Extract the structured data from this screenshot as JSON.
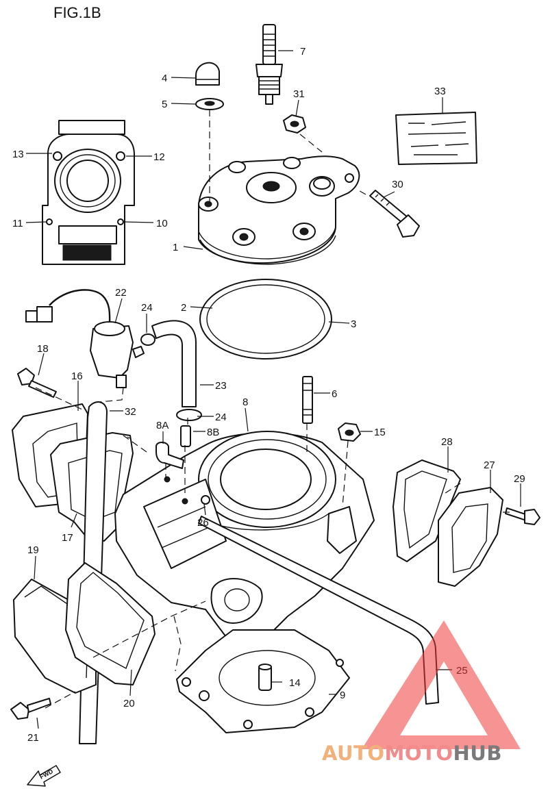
{
  "figure": {
    "title": "FIG.1B"
  },
  "callouts": {
    "c1": "1",
    "c2": "2",
    "c3": "3",
    "c4": "4",
    "c5": "5",
    "c6": "6",
    "c7": "7",
    "c8": "8",
    "c8a": "8A",
    "c8b": "8B",
    "c9": "9",
    "c10": "10",
    "c11": "11",
    "c12": "12",
    "c13": "13",
    "c14": "14",
    "c15": "15",
    "c16": "16",
    "c17": "17",
    "c18": "18",
    "c19": "19",
    "c20": "20",
    "c21": "21",
    "c22": "22",
    "c23": "23",
    "c24a": "24",
    "c24b": "24",
    "c25": "25",
    "c26": "26",
    "c27": "27",
    "c28": "28",
    "c29": "29",
    "c30": "30",
    "c31": "31",
    "c32": "32",
    "c33": "33"
  },
  "direction_marker": {
    "label": "FWD"
  },
  "watermark": {
    "brand_part1": "AUTO",
    "brand_part2": "MOTO",
    "brand_part3": "HUB",
    "colors": {
      "part1": "#f2b07a",
      "part2": "#f28b8b",
      "part3": "#7a7a7a",
      "triangle": "#ef3b3b"
    }
  }
}
